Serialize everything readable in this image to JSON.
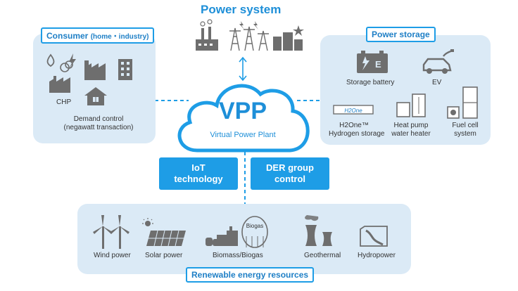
{
  "title": "Power system",
  "vpp": {
    "name": "VPP",
    "subtitle": "Virtual Power Plant"
  },
  "consumer": {
    "tag": "Consumer",
    "tag_sub": "(home・industry)",
    "chp": "CHP",
    "demand_1": "Demand control",
    "demand_2": "(negawatt transaction)"
  },
  "storage": {
    "tag": "Power storage",
    "battery": "Storage battery",
    "ev": "EV",
    "h2one_logo": "H2One",
    "h2_1": "H2One™",
    "h2_2": "Hydrogen storage",
    "hp_1": "Heat pump",
    "hp_2": "water heater",
    "fc_1": "Fuel cell",
    "fc_2": "system",
    "battery_letter": "E"
  },
  "center": {
    "iot_1": "IoT",
    "iot_2": "technology",
    "der_1": "DER group",
    "der_2": "control"
  },
  "renewable": {
    "tag": "Renewable energy resources",
    "wind": "Wind power",
    "solar": "Solar power",
    "biomass": "Biomass/Biogas",
    "biogas_label": "Biogas",
    "geo": "Geothermal",
    "hydro": "Hydropower"
  },
  "colors": {
    "accent": "#1e9de6",
    "panel": "#dbeaf6",
    "icon": "#6e6e6e",
    "title": "#1e8fd8"
  }
}
